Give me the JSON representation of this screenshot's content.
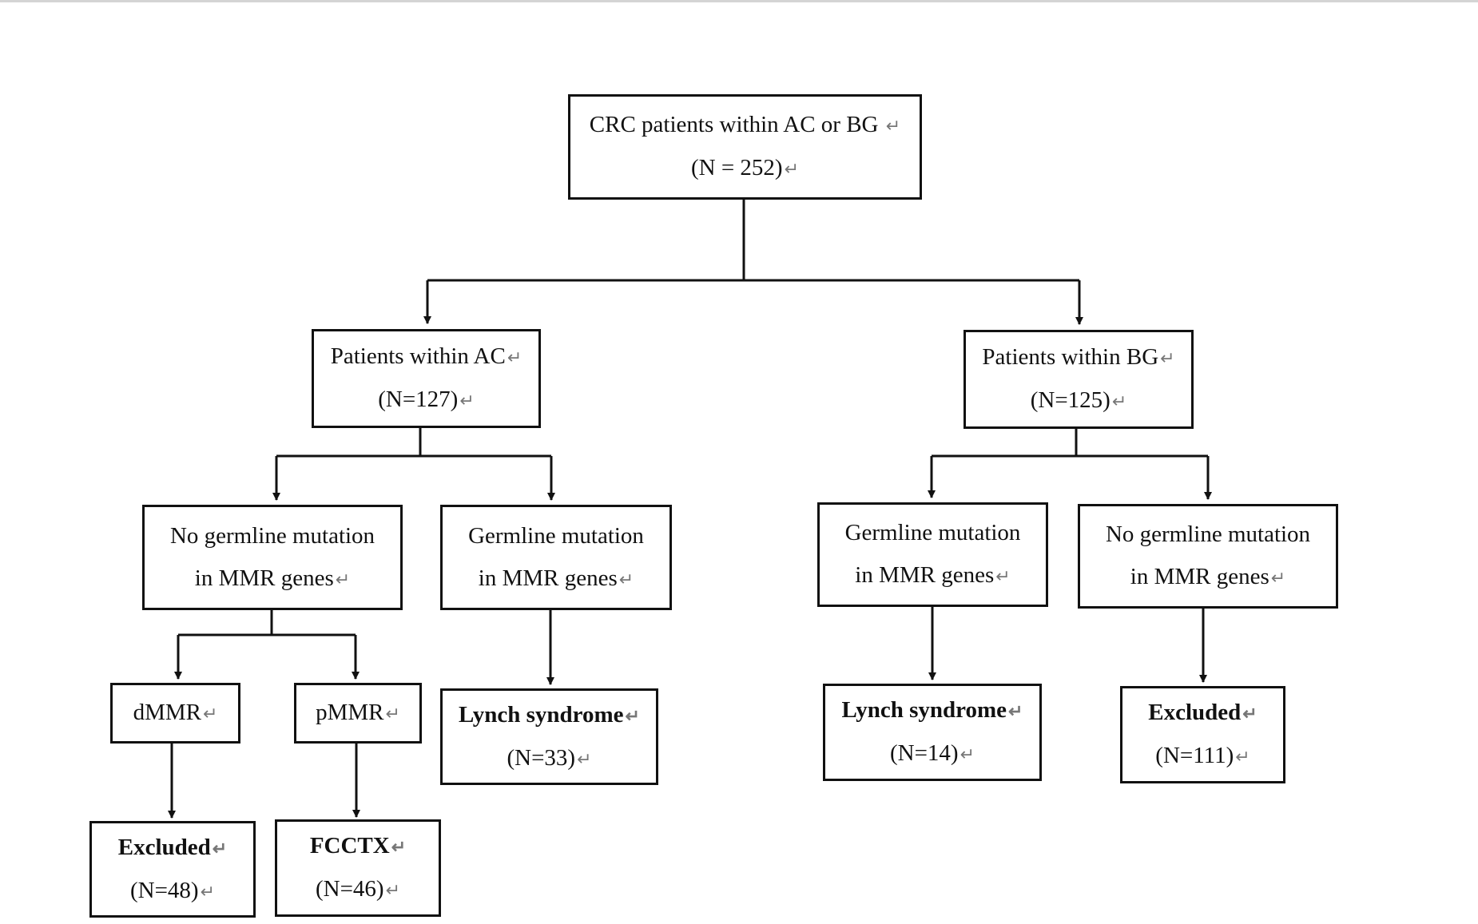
{
  "nodes": {
    "root": {
      "line1": "CRC patients within AC or BG",
      "line2": "(N = 252)"
    },
    "ac": {
      "line1": "Patients within AC",
      "line2": "(N=127)"
    },
    "bg": {
      "line1": "Patients within BG",
      "line2": "(N=125)"
    },
    "ac_no_germline": {
      "line1": "No germline mutation",
      "line2": "in MMR genes"
    },
    "ac_germline": {
      "line1": "Germline mutation",
      "line2": "in MMR genes"
    },
    "bg_germline": {
      "line1": "Germline mutation",
      "line2": "in MMR genes"
    },
    "bg_no_germline": {
      "line1": "No germline mutation",
      "line2": "in MMR genes"
    },
    "dmmr": {
      "line1": "dMMR"
    },
    "pmmr": {
      "line1": "pMMR"
    },
    "ac_lynch": {
      "line1": "Lynch syndrome",
      "line2": "(N=33)"
    },
    "bg_lynch": {
      "line1": "Lynch syndrome",
      "line2": "(N=14)"
    },
    "bg_excluded": {
      "line1": "Excluded",
      "line2": "(N=111)"
    },
    "dmmr_excluded": {
      "line1": "Excluded",
      "line2": "(N=48)"
    },
    "fcctx": {
      "line1": "FCCTX",
      "line2": "(N=46)"
    }
  },
  "return_glyph": "↵"
}
